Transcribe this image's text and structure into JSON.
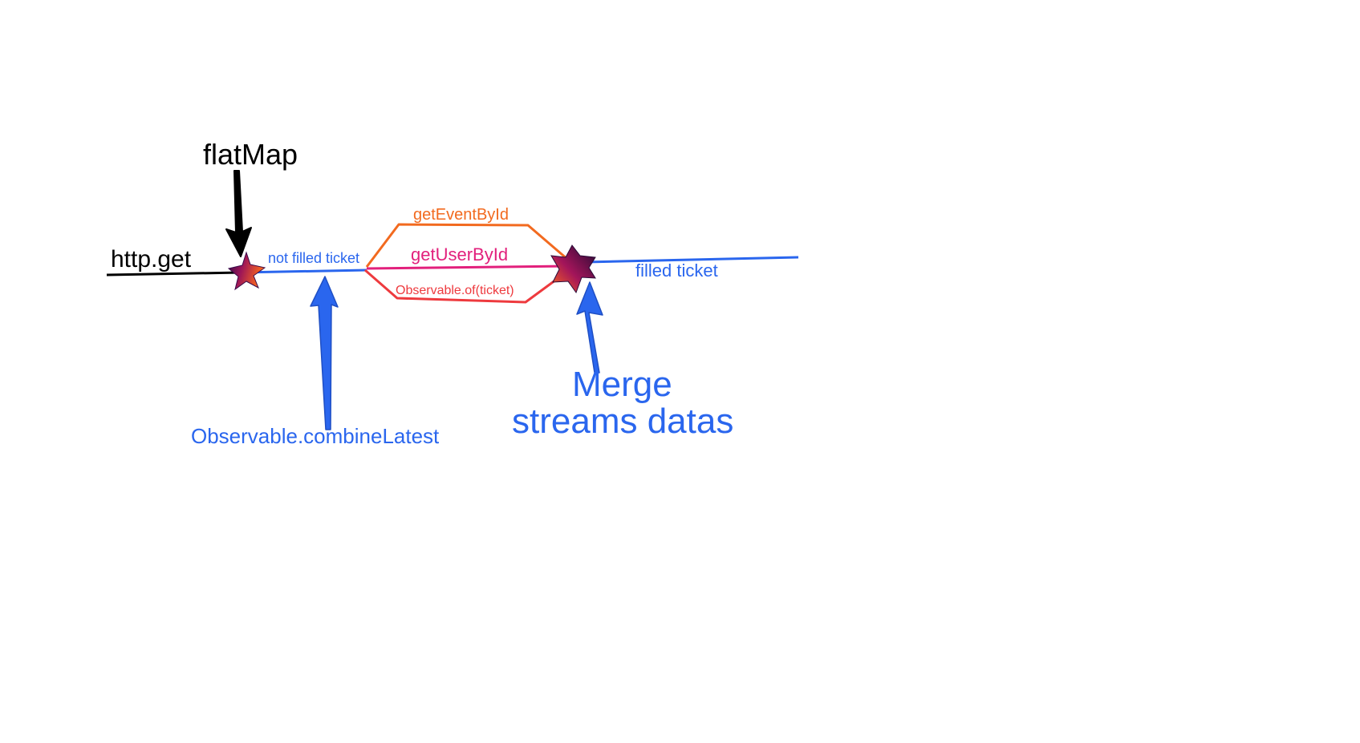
{
  "labels": {
    "flatmap": "flatMap",
    "http_get": "http.get",
    "not_filled": "not filled ticket",
    "get_event": "getEventById",
    "get_user": "getUserById",
    "observable_of": "Observable.of(ticket)",
    "filled": "filled ticket",
    "combine_latest": "Observable.combineLatest",
    "merge_line1": "Merge",
    "merge_line2": "streams datas"
  },
  "colors": {
    "black": "#000000",
    "blue": "#2a66ee",
    "orange": "#f26a1f",
    "magenta": "#e2207c",
    "red": "#ee3a3e",
    "star_dark": "#3a0a4a",
    "star_mid": "#b0155a",
    "star_light": "#ff6a1a"
  },
  "icons": {
    "emission_marker": "star-icon",
    "pointer": "arrow-icon"
  }
}
